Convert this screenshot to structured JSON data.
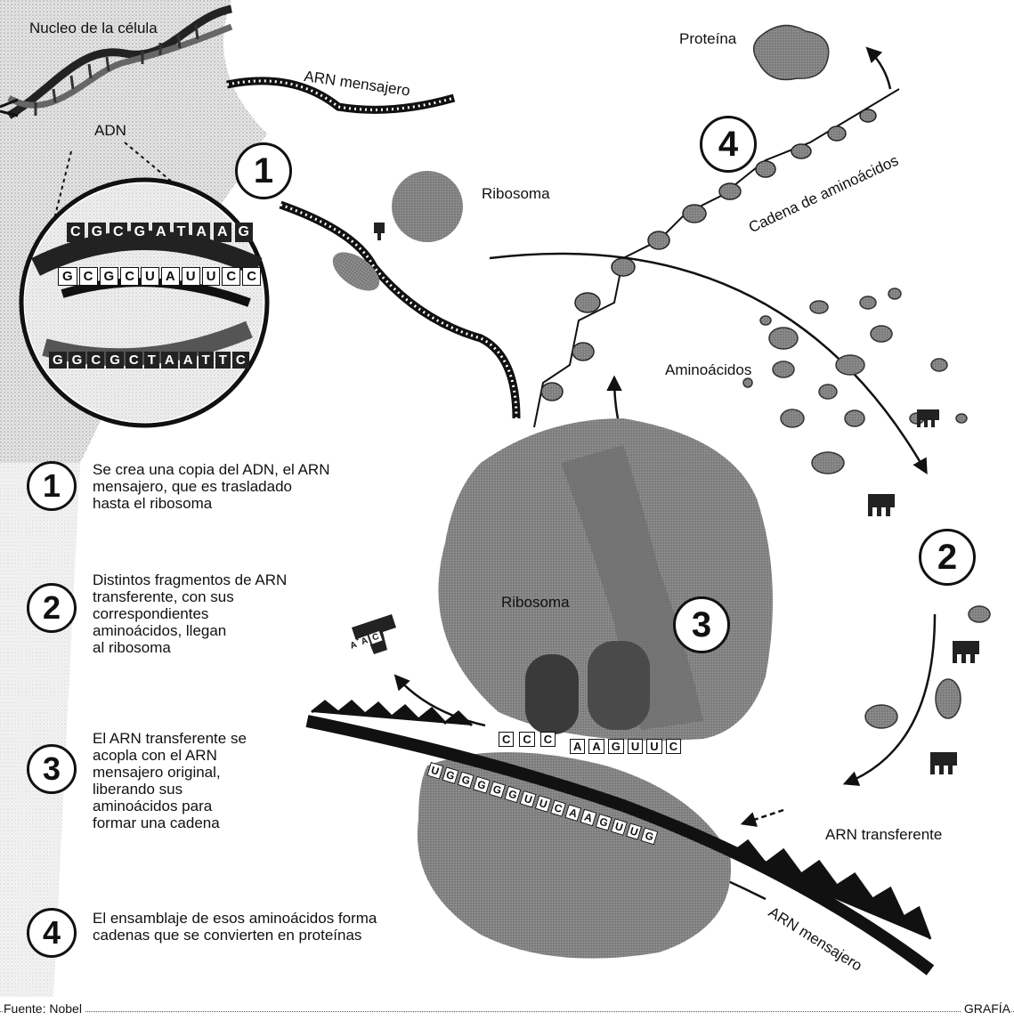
{
  "labels": {
    "nucleus": "Nucleo de la célula",
    "mrna_top": "ARN mensajero",
    "dna": "ADN",
    "protein": "Proteína",
    "ribosome_top": "Ribosoma",
    "amino_chain": "Cadena de aminoácidos",
    "amino_acids": "Aminoácidos",
    "ribosome_main": "Ribosoma",
    "trna": "ARN transferente",
    "mrna_bottom": "ARN mensajero"
  },
  "badges": {
    "one": "1",
    "two": "2",
    "three": "3",
    "four": "4"
  },
  "steps": [
    {
      "number": "1",
      "text": "Se crea una copia del ADN, el ARN\nmensajero, que es trasladado\nhasta el ribosoma"
    },
    {
      "number": "2",
      "text": "Distintos fragmentos de ARN\ntransferente, con sus\ncorrespondientes\naminoácidos, llegan\nal ribosoma"
    },
    {
      "number": "3",
      "text": "El ARN transferente se\nacopla con el ARN\nmensajero original,\nliberando sus\naminoácidos para\nformar una cadena"
    },
    {
      "number": "4",
      "text": "El ensamblaje de esos aminoácidos forma\ncadenas que se convierten en proteínas"
    }
  ],
  "magnifier": {
    "top_row": [
      "C",
      "G",
      "C",
      "G",
      "A",
      "T",
      "A",
      "A",
      "G"
    ],
    "mid_row": [
      "G",
      "C",
      "G",
      "C",
      "U",
      "A",
      "U",
      "U",
      "C",
      "C"
    ],
    "bottom_row": [
      "G",
      "G",
      "C",
      "G",
      "C",
      "T",
      "A",
      "A",
      "T",
      "T",
      "C"
    ]
  },
  "codons": {
    "trna_anticodon": [
      "C",
      "C",
      "C"
    ],
    "mrna_bases": [
      "U",
      "G",
      "G",
      "G",
      "G",
      "G",
      "U",
      "U",
      "C",
      "A",
      "A",
      "G",
      "U",
      "U",
      "G"
    ],
    "upper_bases": [
      "A",
      "A",
      "G",
      "U",
      "U",
      "C"
    ],
    "released_trna": [
      "A",
      "A",
      "C"
    ]
  },
  "footer": {
    "source": "Fuente: Nobel",
    "credit": "GRAFÍA"
  },
  "colors": {
    "ribosome": "#8a8a8a",
    "ribosome_dark": "#555555",
    "amino": "#9a9a9a",
    "ink": "#111111",
    "paper": "#ffffff"
  }
}
